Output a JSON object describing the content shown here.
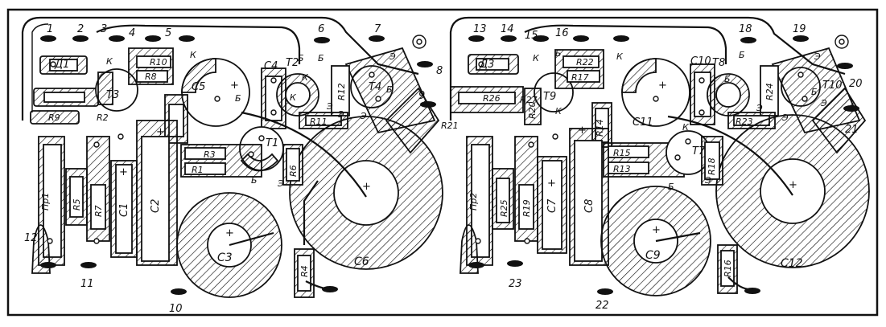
{
  "boards": [
    {
      "terminals": [
        "1",
        "2",
        "3",
        "4",
        "5",
        "6",
        "7",
        "8",
        "9",
        "10",
        "11",
        "12"
      ],
      "components": {
        "diode": "Д1",
        "fuse": "Пр1",
        "transistors": [
          "Т1",
          "Т2",
          "Т3",
          "Т4"
        ],
        "resistors": [
          "R1",
          "R2",
          "R3",
          "R4",
          "R5",
          "R6",
          "R7",
          "R8",
          "R9",
          "R10",
          "R11",
          "R12"
        ],
        "capacitors": [
          "C1",
          "C2",
          "C3",
          "C4",
          "C5",
          "C6"
        ]
      },
      "pin_letters": [
        "К",
        "Б",
        "Э",
        "Б",
        "Э",
        "К",
        "Б",
        "Э",
        "К",
        "Б",
        "Э",
        "К",
        "Б",
        "Э"
      ],
      "polarity": "+"
    },
    {
      "terminals": [
        "13",
        "14",
        "15",
        "16",
        "18",
        "19",
        "20",
        "21",
        "22",
        "23"
      ],
      "components": {
        "diode": "Д3",
        "fuse": "Пр2",
        "transistors": [
          "Т7",
          "Т8",
          "Т9",
          "Т10"
        ],
        "resistors": [
          "R13",
          "R14",
          "R15",
          "R16",
          "R17",
          "R18",
          "R19",
          "R20",
          "R21",
          "R22",
          "R23",
          "R24",
          "R25",
          "R26",
          "R27"
        ],
        "capacitors": [
          "C7",
          "C8",
          "C9",
          "C10",
          "C11",
          "C12"
        ]
      },
      "pin_letters": [
        "К",
        "Б",
        "Э",
        "Б",
        "Э",
        "К",
        "Б",
        "Э",
        "К",
        "Б",
        "Э",
        "К",
        "Б",
        "Э"
      ],
      "polarity": "+"
    }
  ]
}
